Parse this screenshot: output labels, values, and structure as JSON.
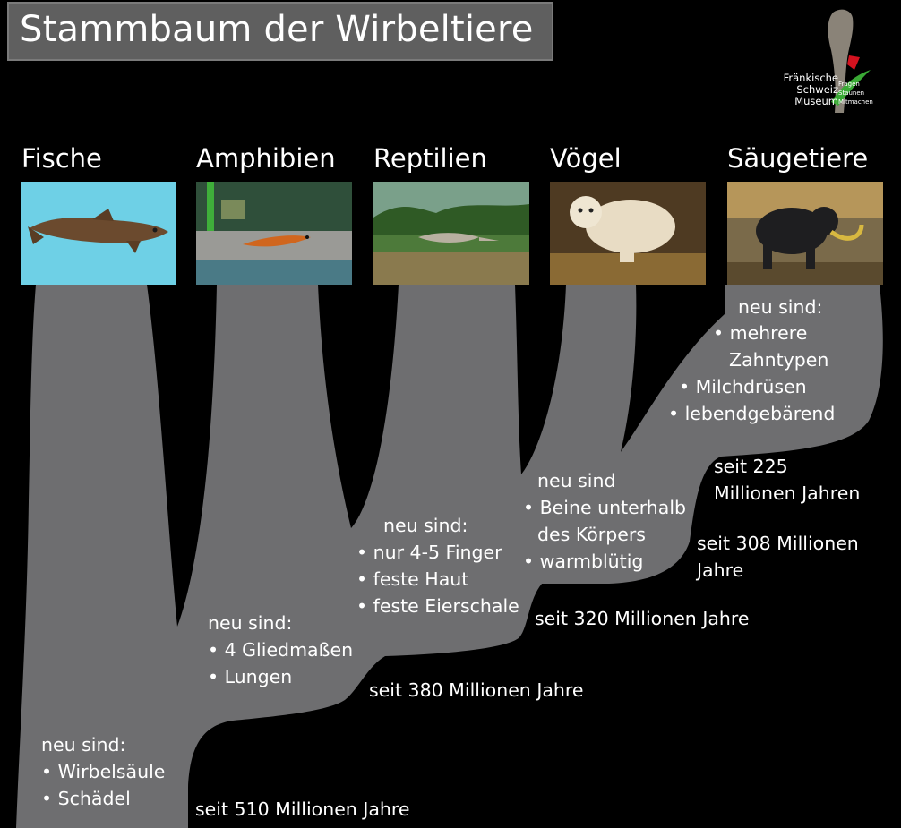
{
  "title": "Stammbaum der Wirbeltiere",
  "logo": {
    "lines": [
      "Fränkische",
      "Schweiz",
      "Museum"
    ],
    "taglines": [
      "Fragen",
      "Staunen",
      "Mitmachen"
    ]
  },
  "groups": [
    {
      "label": "Fische",
      "picture_icon": "fish-icon"
    },
    {
      "label": "Amphibien",
      "picture_icon": "salamander-icon"
    },
    {
      "label": "Reptilien",
      "picture_icon": "reptile-icon"
    },
    {
      "label": "Vögel",
      "picture_icon": "owl-icon"
    },
    {
      "label": "Säugetiere",
      "picture_icon": "mammoth-icon"
    }
  ],
  "traits": {
    "fische": {
      "heading": "neu sind:",
      "items": [
        "Wirbelsäule",
        "Schädel"
      ],
      "since": "seit 510 Millionen Jahre"
    },
    "amphibien": {
      "heading": "neu sind:",
      "items": [
        "4 Gliedmaßen",
        "Lungen"
      ],
      "since": "seit 380 Millionen Jahre"
    },
    "reptilien": {
      "heading": "neu sind:",
      "items": [
        "nur 4-5 Finger",
        "feste Haut",
        "feste Eierschale"
      ],
      "since": "seit 320 Millionen Jahre"
    },
    "voegel": {
      "heading": "neu sind",
      "items": [
        "Beine unterhalb",
        "des Körpers",
        "warmblütig"
      ],
      "since_lines": [
        "seit 308 Millionen",
        "Jahre"
      ]
    },
    "saeugetiere": {
      "heading": "neu sind:",
      "items": [
        "mehrere",
        "Zahntypen",
        "Milchdrüsen",
        "lebendgebärend"
      ],
      "since_lines": [
        "seit 225",
        "Millionen Jahren"
      ]
    }
  },
  "colors": {
    "background": "#000000",
    "tree": "#6e6e70",
    "title_box": "#5f5f5f",
    "logo_green": "#3aa935",
    "logo_red": "#d4121f"
  }
}
